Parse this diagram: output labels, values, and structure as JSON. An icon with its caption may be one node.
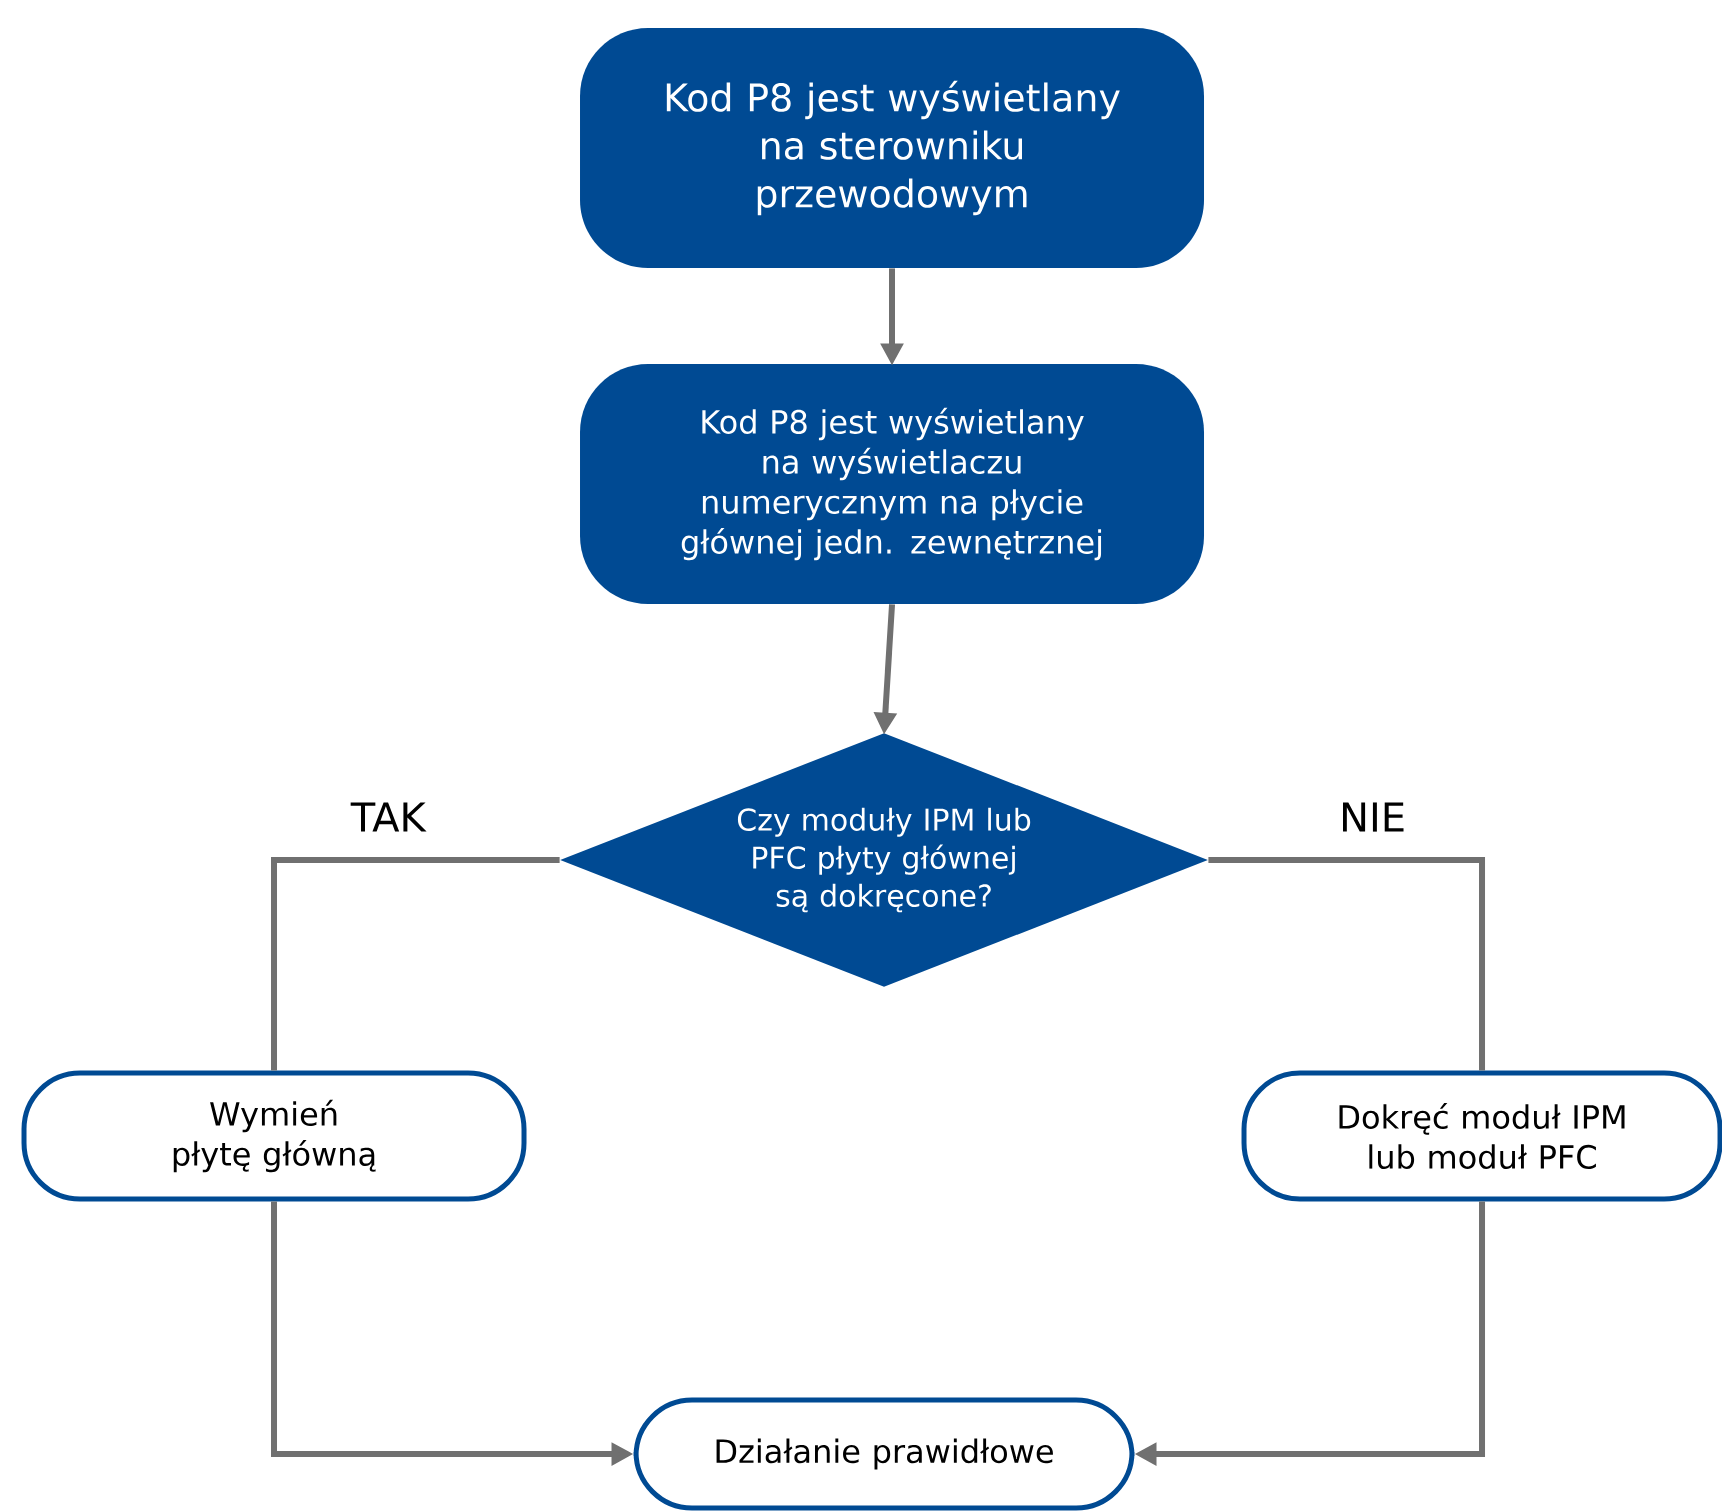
{
  "diagram": {
    "nodes": [
      {
        "text": [
          "Kod P8 jest wyświetlany na sterowniku przewodowym"
        ]
      },
      {
        "text": [
          "Kod P8 jest wyświetlany na wyświetlaczu numerycznym na płycie głównej jedn. zewnętrznej"
        ]
      },
      {
        "text": [
          "Czy moduły IPM lub PFC płyty głównej są dokręcone?"
        ]
      },
      {
        "text": [
          "Wymień płytę główną"
        ]
      },
      {
        "text": [
          "Dokręć moduł IPM lub moduł PFC"
        ]
      },
      {
        "text": [
          "Działanie prawidłowe"
        ]
      }
    ],
    "edges": [
      {
        "from": 0,
        "to": 1,
        "arrow": "to"
      },
      {
        "from": 1,
        "to": 2,
        "arrow": "to"
      },
      {
        "from": 2,
        "to": 3,
        "arrow": "none",
        "label": "TAK"
      },
      {
        "from": 2,
        "to": 4,
        "arrow": "none",
        "label": "NIE"
      },
      {
        "from": 3,
        "to": 5,
        "arrow": "to"
      },
      {
        "from": 4,
        "to": 5,
        "arrow": "to"
      }
    ]
  }
}
